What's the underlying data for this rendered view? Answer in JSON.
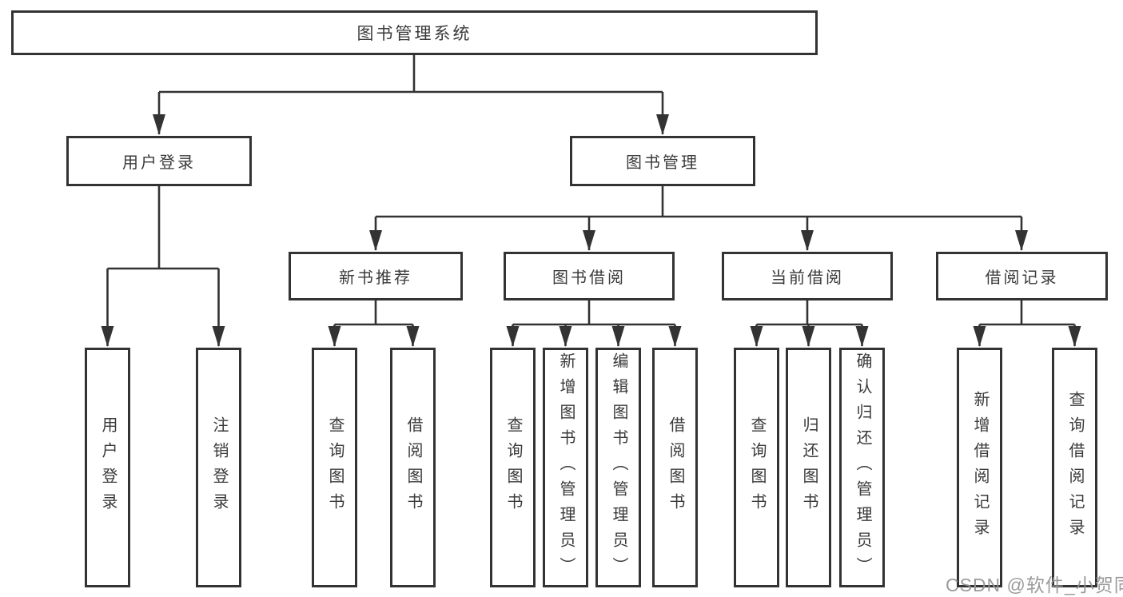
{
  "diagram_type": "hierarchy-tree",
  "tree": {
    "label": "图书管理系统",
    "children": [
      {
        "label": "用户登录",
        "children": [
          {
            "label": "用户登录"
          },
          {
            "label": "注销登录"
          }
        ]
      },
      {
        "label": "图书管理",
        "children": [
          {
            "label": "新书推荐",
            "children": [
              {
                "label": "查询图书"
              },
              {
                "label": "借阅图书"
              }
            ]
          },
          {
            "label": "图书借阅",
            "children": [
              {
                "label": "查询图书"
              },
              {
                "label": "新增图书（管理员）"
              },
              {
                "label": "编辑图书（管理员）"
              },
              {
                "label": "借阅图书"
              }
            ]
          },
          {
            "label": "当前借阅",
            "children": [
              {
                "label": "查询图书"
              },
              {
                "label": "归还图书"
              },
              {
                "label": "确认归还（管理员）"
              }
            ]
          },
          {
            "label": "借阅记录",
            "children": [
              {
                "label": "新增借阅记录"
              },
              {
                "label": "查询借阅记录"
              }
            ]
          }
        ]
      }
    ]
  },
  "watermark": "CSDN @软件_小贺同学",
  "colors": {
    "background": "#ffffff",
    "box_border": "#333333",
    "connector_line": "#333333",
    "text": "#3a3a3a",
    "watermark": "#969696"
  }
}
